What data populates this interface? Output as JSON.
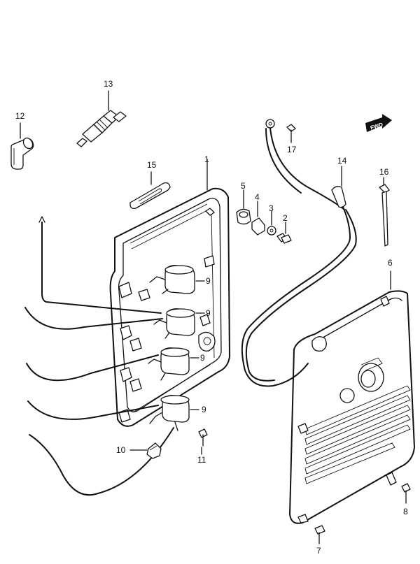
{
  "diagram": {
    "fwd_label": "FWD",
    "callouts": {
      "c1": "1",
      "c2": "2",
      "c3": "3",
      "c4": "4",
      "c5": "5",
      "c6": "6",
      "c7": "7",
      "c8": "8",
      "c9a": "9",
      "c9b": "9",
      "c9c": "9",
      "c9d": "9",
      "c10": "10",
      "c11": "11",
      "c12": "12",
      "c13": "13",
      "c14": "14",
      "c15": "15",
      "c16": "16",
      "c17": "17"
    }
  }
}
